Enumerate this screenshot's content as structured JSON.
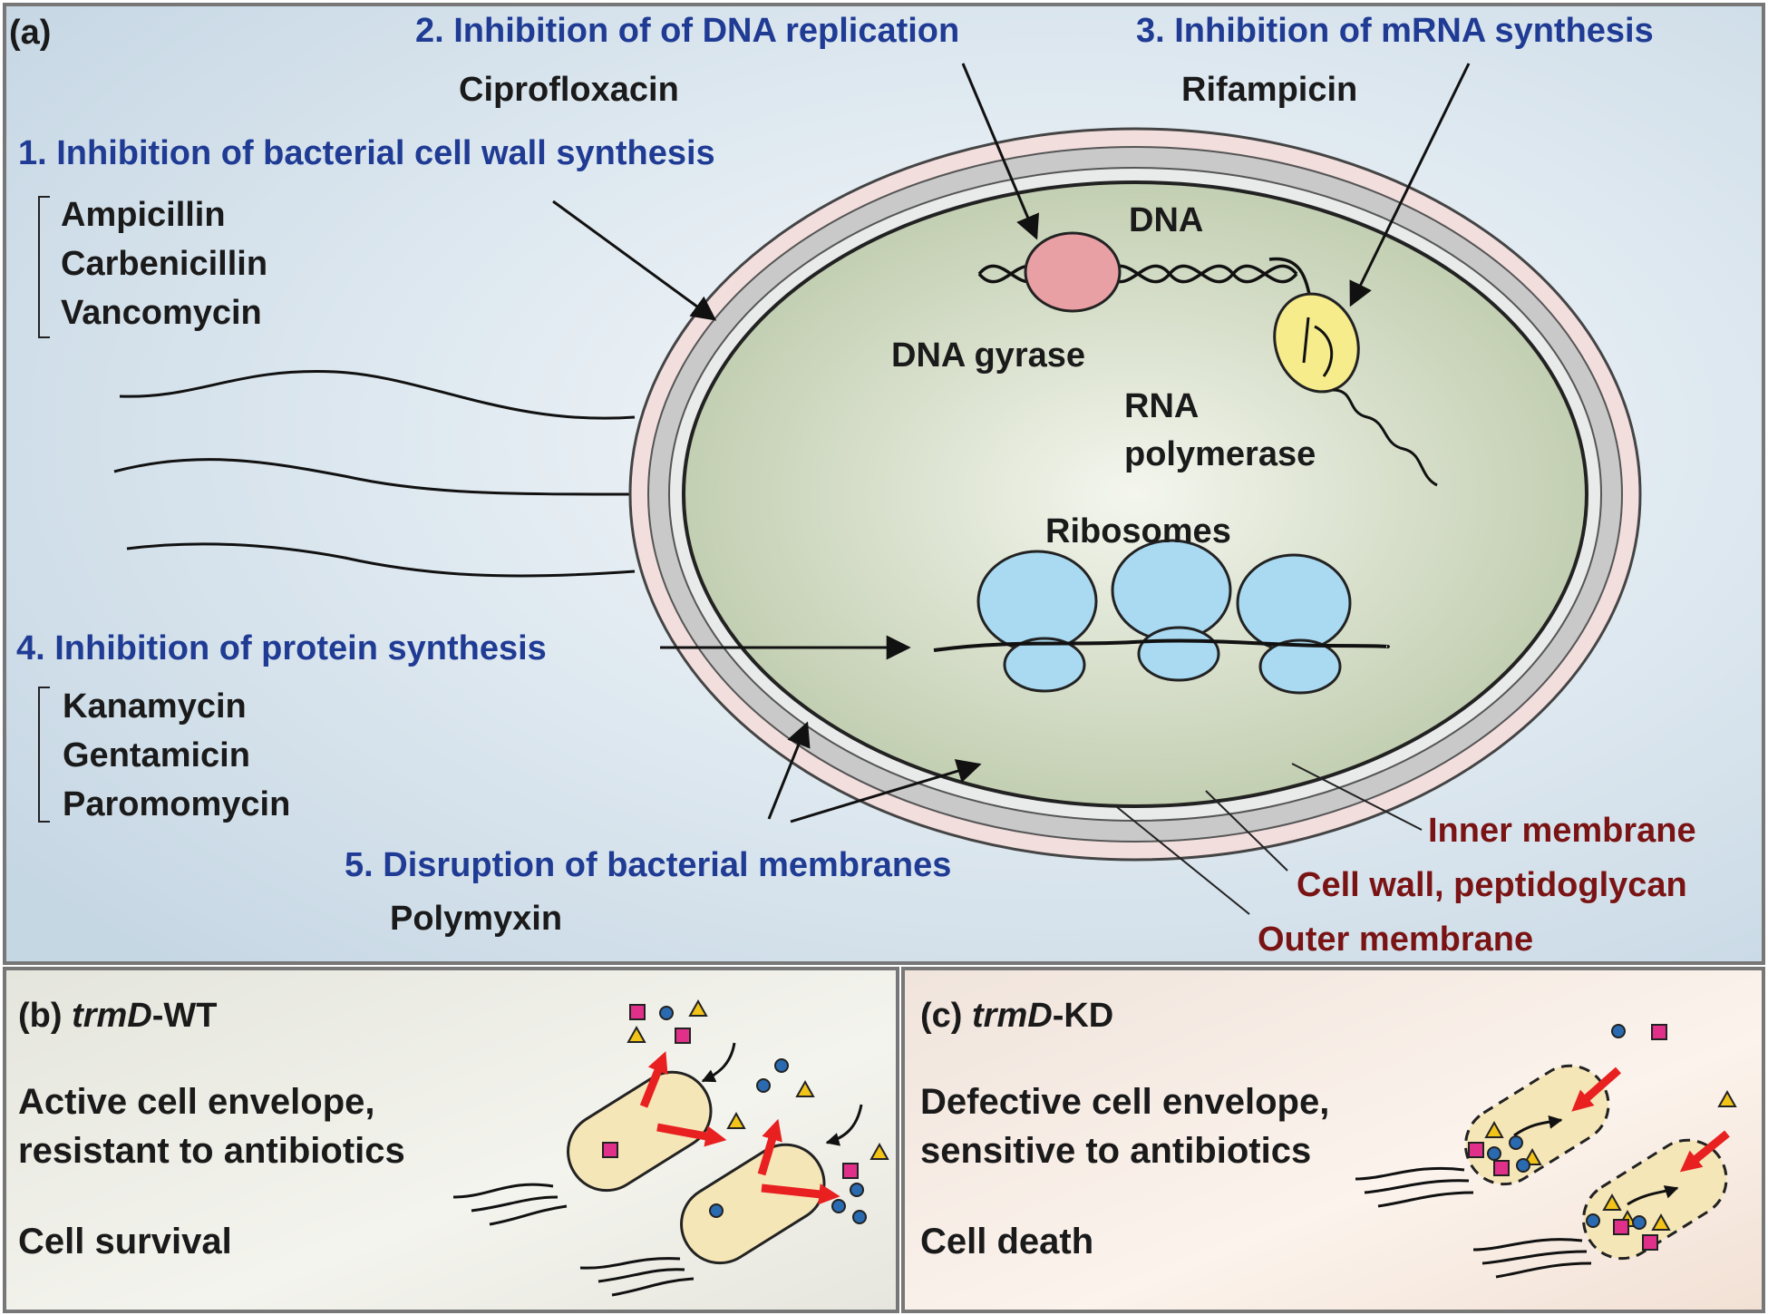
{
  "panel_a": {
    "label": "(a)",
    "mechanisms": [
      {
        "title": "1. Inhibition of bacterial cell wall synthesis",
        "drugs": [
          "Ampicillin",
          "Carbenicillin",
          "Vancomycin"
        ]
      },
      {
        "title": "2. Inhibition of of DNA replication",
        "drugs": [
          "Ciprofloxacin"
        ]
      },
      {
        "title": "3. Inhibition of mRNA synthesis",
        "drugs": [
          "Rifampicin"
        ]
      },
      {
        "title": "4. Inhibition of protein synthesis",
        "drugs": [
          "Kanamycin",
          "Gentamicin",
          "Paromomycin"
        ]
      },
      {
        "title": "5. Disruption of bacterial membranes",
        "drugs": [
          "Polymyxin"
        ]
      }
    ],
    "components": {
      "dna": "DNA",
      "gyrase": "DNA gyrase",
      "rnap_line1": "RNA",
      "rnap_line2": "polymerase",
      "ribosomes": "Ribosomes"
    },
    "layers": [
      "Inner membrane",
      "Cell wall, peptidoglycan",
      "Outer membrane"
    ]
  },
  "panel_b": {
    "label": "(b) ",
    "gene": "trmD",
    "suffix": "-WT",
    "desc_line1": "Active cell envelope,",
    "desc_line2": "resistant to antibiotics",
    "outcome": "Cell survival"
  },
  "panel_c": {
    "label": "(c) ",
    "gene": "trmD",
    "suffix": "-KD",
    "desc_line1": "Defective cell envelope,",
    "desc_line2": "sensitive to antibiotics",
    "outcome": "Cell death"
  },
  "colors": {
    "title_blue": "#1f3b94",
    "layer_red": "#7a1414",
    "outer_membrane": "#f3dede",
    "cell_wall": "#c9c9c9",
    "cytoplasm": "#d4dcc4",
    "gyrase": "#e8a0a4",
    "rna_polymerase": "#f6ec8c",
    "ribosome": "#a9daf2",
    "arrow_red": "#e82020",
    "bacterium_fill": "#f5e6b8"
  }
}
